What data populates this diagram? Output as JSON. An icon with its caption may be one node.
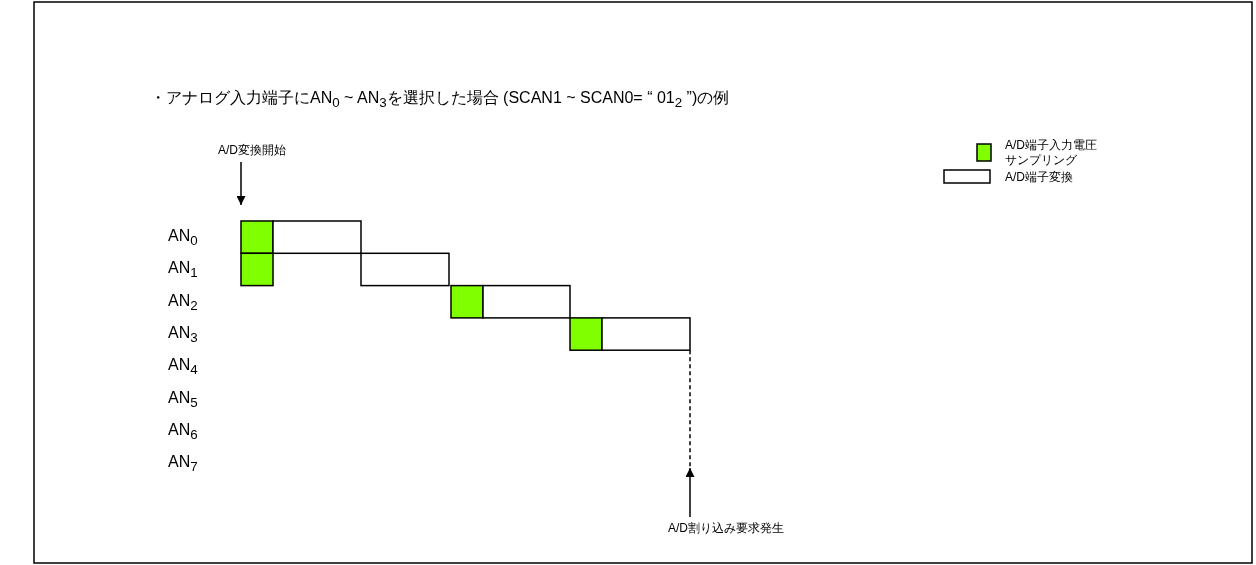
{
  "diagram": {
    "title": "・アナログ入力端子にAN$_{0}$ ~ AN$_{3}$を選択した場合 (SCAN1 ~ SCAN0= “ 01$_{2}$ ”)の例",
    "nodes": [
      {
        "text": [
          "A/D変換開始"
        ]
      },
      {
        "text": [
          "A/D割り込み要求発生"
        ]
      },
      {
        "text": [],
        "shape": "bar"
      },
      {
        "text": [],
        "shape": "bar"
      },
      {
        "text": [],
        "shape": "bar"
      },
      {
        "text": [],
        "shape": "bar"
      },
      {
        "text": [],
        "shape": "bar"
      },
      {
        "text": [],
        "shape": "bar"
      },
      {
        "text": [],
        "shape": "bar"
      },
      {
        "text": [],
        "shape": "bar"
      }
    ],
    "edges": [
      {
        "from": 0,
        "to": 2,
        "arrow": "to"
      },
      {
        "from": 1,
        "to": null,
        "arrow": "to"
      },
      {
        "from": 9,
        "to": null,
        "arrow": "none",
        "style": "dashed"
      }
    ],
    "labels": [
      "AN$_{0}$",
      "AN$_{1}$",
      "AN$_{2}$",
      "AN$_{3}$",
      "AN$_{4}$",
      "AN$_{5}$",
      "AN$_{6}$",
      "AN$_{7}$"
    ],
    "legend": [
      {
        "text": "A/D端子入力電圧サンプリング",
        "color": "#80ff00"
      },
      {
        "text": "A/D端子変換",
        "color": "#ffffff"
      }
    ]
  }
}
